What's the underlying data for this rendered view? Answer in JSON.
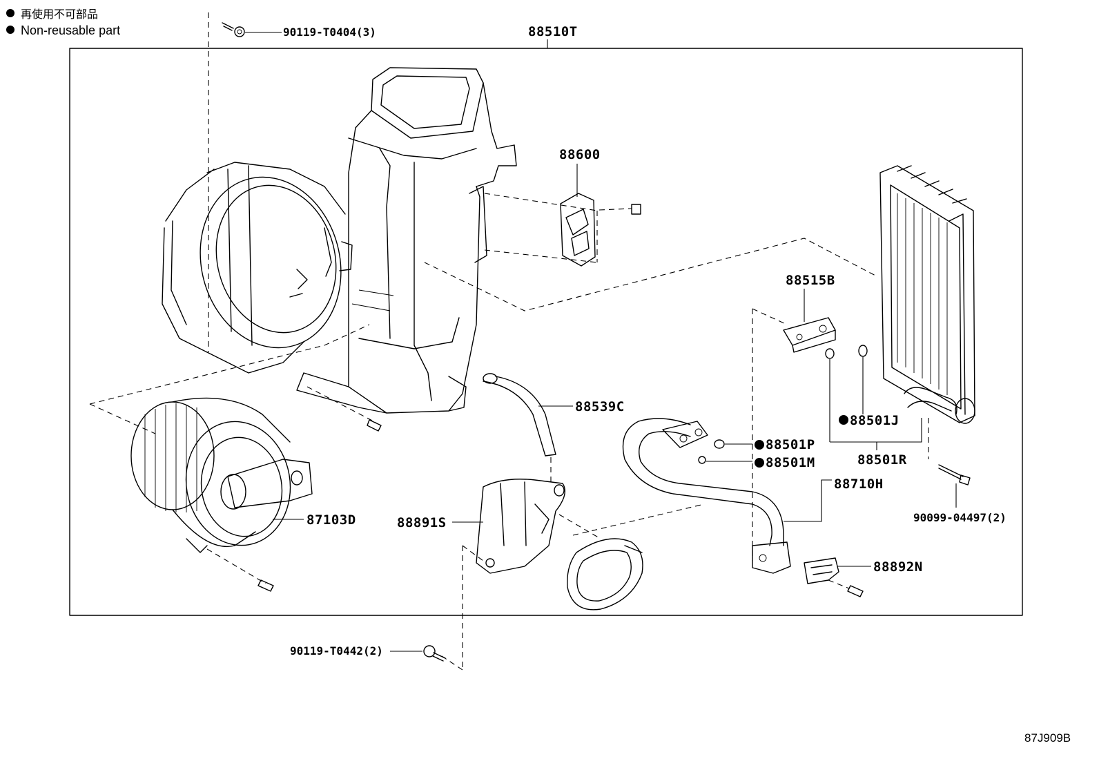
{
  "legend": {
    "line_jp": "再使用不可部品",
    "line_en": "Non-reusable part"
  },
  "assembly_label": "88510T",
  "callouts": {
    "c90119_t0404": "90119-T0404(3)",
    "c88600": "88600",
    "c88515b": "88515B",
    "c88539c": "88539C",
    "c88501j": "88501J",
    "c88501p": "88501P",
    "c88501m": "88501M",
    "c88501r": "88501R",
    "c88710h": "88710H",
    "c87103d": "87103D",
    "c88891s": "88891S",
    "c90099_04497": "90099-04497(2)",
    "c88892n": "88892N",
    "c90119_t0442": "90119-T0442(2)"
  },
  "diagram_code": "87J909B",
  "colors": {
    "ink": "#000000",
    "paper": "#ffffff"
  }
}
